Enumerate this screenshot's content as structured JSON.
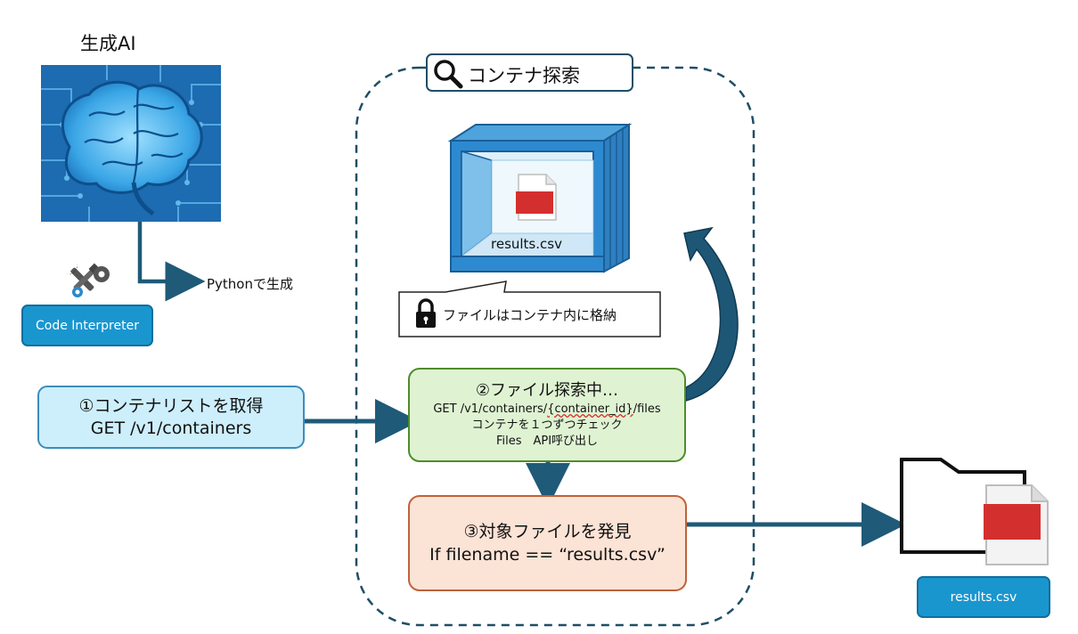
{
  "generative_ai": {
    "title": "生成AI",
    "arrow_label": "Pythonで生成",
    "tool_label": "Code Interpreter"
  },
  "search_group": {
    "title": "コンテナ探索",
    "container_file_label": "results.csv",
    "callout": "ファイルはコンテナ内に格納"
  },
  "step1": {
    "line1": "①コンテナリストを取得",
    "line2": "GET /v1/containers"
  },
  "step2": {
    "title": "②ファイル探索中…",
    "line1_prefix": "GET /v1/containers/",
    "line1_param": "{container_id}",
    "line1_suffix": "/files",
    "line2": "コンテナを１つずつチェック",
    "line3": "Files　API呼び出し"
  },
  "step3": {
    "line1": "③対象ファイルを発見",
    "line2": "If filename == “results.csv”"
  },
  "result": {
    "label": "results.csv"
  },
  "colors": {
    "arrow": "#1f5a78",
    "dashed_border": "#1f4e66",
    "step1_fill": "#cdeefb",
    "step1_border": "#3c8dbc",
    "step2_fill": "#dff3d2",
    "step2_border": "#4e8c2a",
    "step3_fill": "#fbe3d6",
    "step3_border": "#c0623a",
    "tag_fill": "#1a96cf",
    "file_red": "#d42f2f"
  }
}
